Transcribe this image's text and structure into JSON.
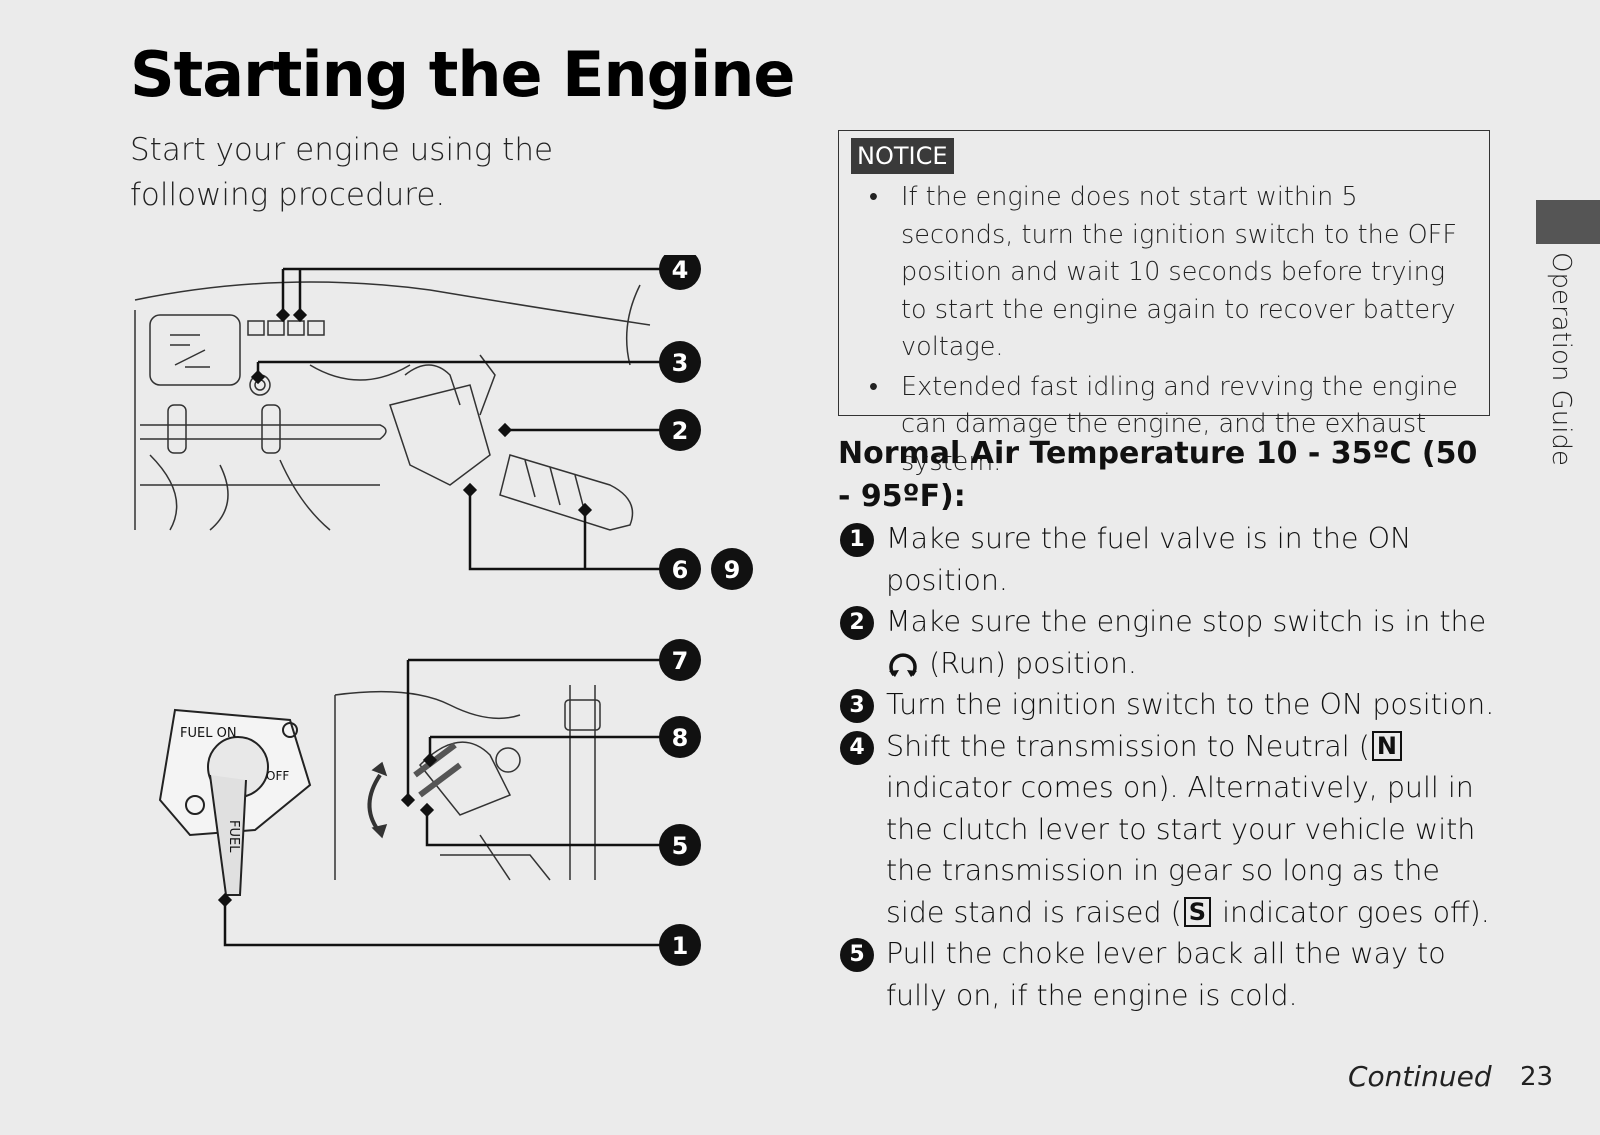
{
  "page": {
    "title": "Starting the Engine",
    "intro": "Start your engine using the following procedure."
  },
  "figure": {
    "callouts": [
      "4",
      "3",
      "2",
      "6",
      "9",
      "7",
      "8",
      "5",
      "1"
    ],
    "ignition_labels": {
      "fuel_on": "FUEL ON",
      "off": "OFF",
      "fuel": "FUEL"
    }
  },
  "notice": {
    "label": "NOTICE",
    "items": [
      "If the engine does not start within 5 seconds, turn the ignition switch to the OFF position and wait 10 seconds before trying to start the engine again to recover battery voltage.",
      "Extended fast idling and revving the engine can damage the engine, and the exhaust system."
    ]
  },
  "section": {
    "heading": "Normal Air Temperature 10 - 35ºC (50 - 95ºF):"
  },
  "steps": [
    {
      "num": "1",
      "text": "Make sure the fuel valve is in the ON position."
    },
    {
      "num": "2",
      "text_before": "Make sure the engine stop switch is in the",
      "text_after": "(Run) position."
    },
    {
      "num": "3",
      "text": "Turn the ignition switch to the ON position."
    },
    {
      "num": "4",
      "text_a": "Shift the transmission to Neutral (",
      "indicator_n": "N",
      "text_b": "indicator comes on). Alternatively, pull in the clutch lever to start your vehicle with the transmission in gear so long as the side stand is raised (",
      "indicator_s": "S",
      "text_c": "indicator goes off)."
    },
    {
      "num": "5",
      "text": "Pull the choke lever back all the way to fully on, if the engine is cold."
    }
  ],
  "side_tab": {
    "label": "Operation Guide"
  },
  "footer": {
    "continued": "Continued",
    "page_number": "23"
  }
}
